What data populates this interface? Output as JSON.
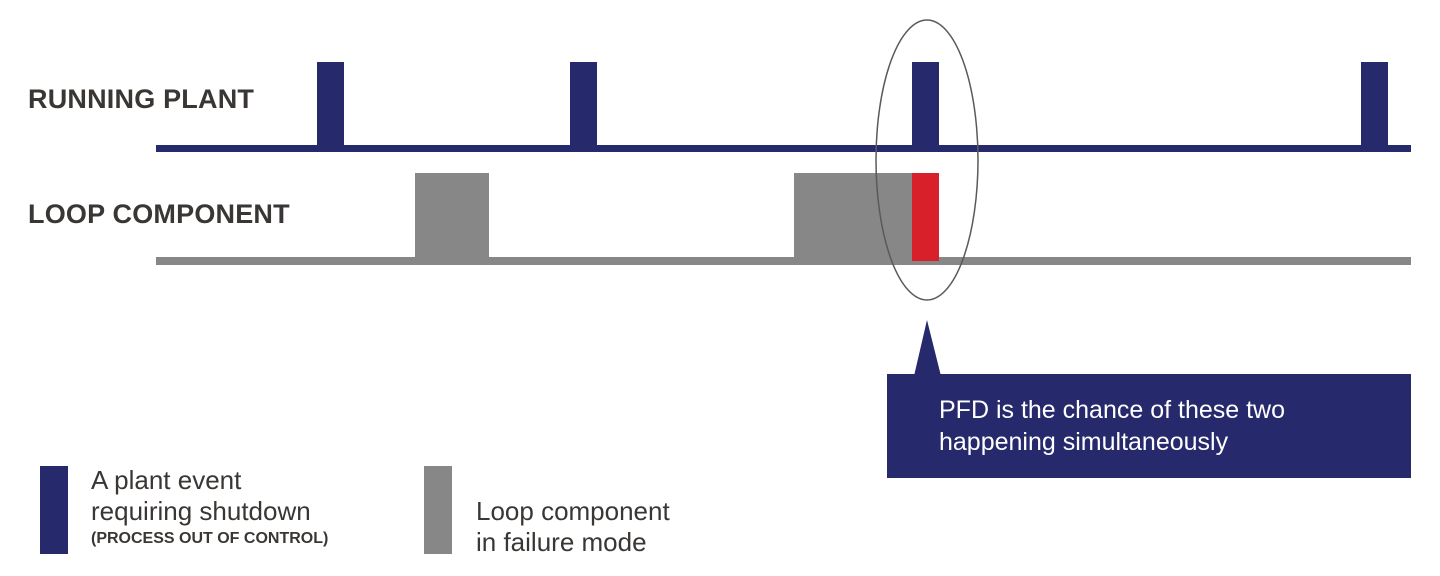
{
  "rows": {
    "running_plant": "RUNNING PLANT",
    "loop_component": "LOOP COMPONENT"
  },
  "callout": {
    "line1": "PFD is the chance of these two",
    "line2": "happening simultaneously"
  },
  "legend": {
    "event": {
      "line1": "A plant event",
      "line2": "requiring shutdown",
      "line3": "(PROCESS OUT OF CONTROL)"
    },
    "failure": {
      "line1": "Loop component",
      "line2": "in failure mode"
    }
  },
  "colors": {
    "navy": "#262a6c",
    "gray": "#878787",
    "red": "#d8202a",
    "text": "#3a3633"
  }
}
